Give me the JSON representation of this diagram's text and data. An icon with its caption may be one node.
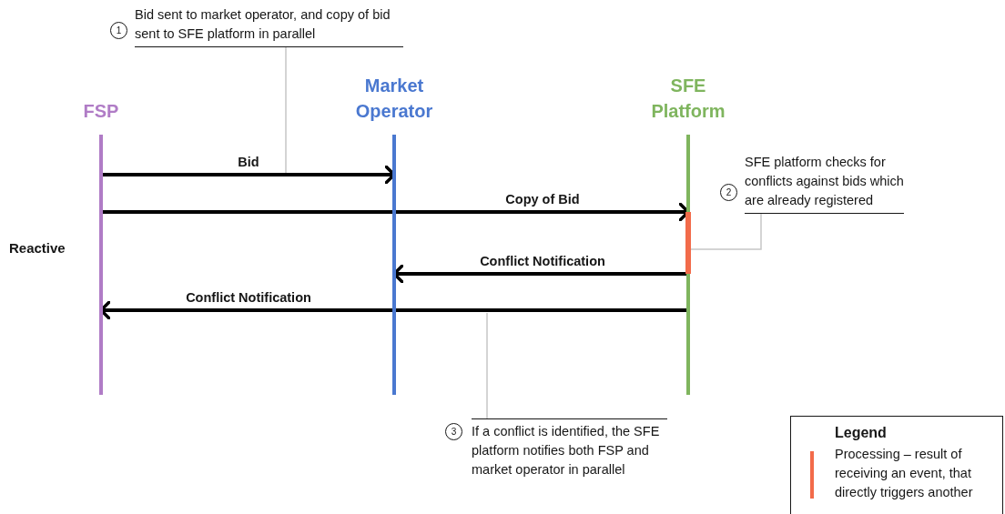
{
  "diagram": {
    "nodes": [
      {
        "text": [
          "FSP"
        ]
      },
      {
        "text": [
          "Market Operator"
        ]
      },
      {
        "text": [
          "SFE Platform"
        ]
      },
      {
        "text": [
          "Bid sent to market operator, and copy of bid sent to SFE platform in parallel"
        ],
        "beside": [
          "1"
        ]
      },
      {
        "text": [
          "SFE platform checks for conflicts against bids which are already registered"
        ],
        "beside": [
          "2"
        ]
      },
      {
        "text": [
          "If a conflict is identified, the SFE platform notifies both FSP and market operator in parallel"
        ],
        "beside": [
          "3"
        ]
      },
      {
        "text": [],
        "shape": "bar",
        "in": 2
      }
    ],
    "edges": [
      {
        "from": 0,
        "to": 1,
        "arrow": "to",
        "label": "Bid"
      },
      {
        "from": 0,
        "to": 2,
        "arrow": "to",
        "label": "Copy of Bid"
      },
      {
        "from": 2,
        "to": 1,
        "arrow": "to",
        "label": "Conflict Notification"
      },
      {
        "from": 2,
        "to": 0,
        "arrow": "to",
        "label": "Conflict Notification"
      },
      {
        "from": 3,
        "to": null,
        "arrow": "none",
        "color": "#c6c6c6"
      },
      {
        "from": 4,
        "to": 6,
        "arrow": "none",
        "color": "#c6c6c6"
      },
      {
        "from": 5,
        "to": null,
        "arrow": "none",
        "color": "#c6c6c6"
      }
    ],
    "labels": [
      "Reactive",
      "Legend"
    ],
    "legend": [
      {
        "text": "Processing – result of receiving an event, that directly triggers another",
        "color": "#f26b4a"
      }
    ]
  }
}
